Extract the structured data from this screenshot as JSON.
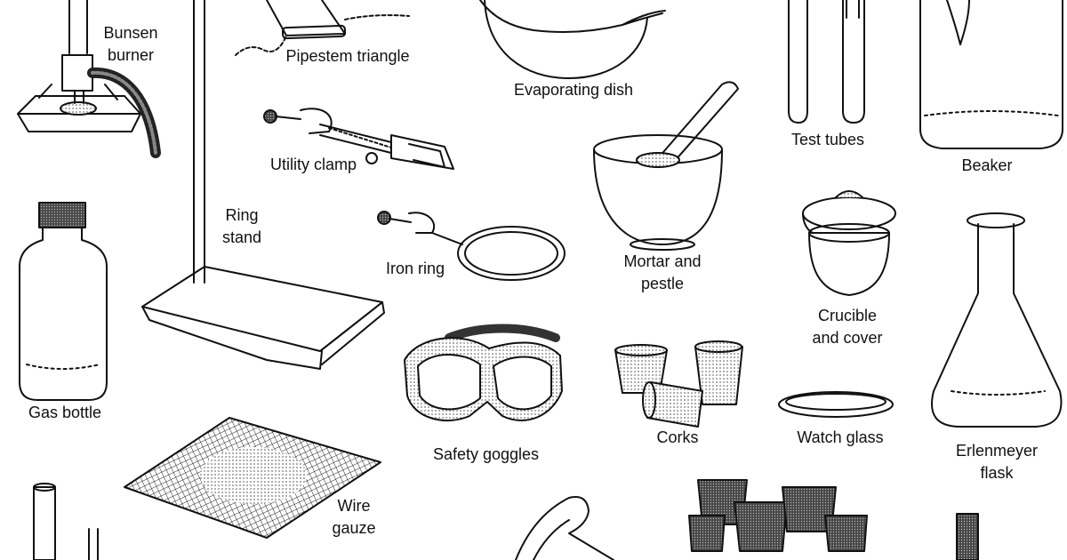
{
  "colors": {
    "ink": "#111111",
    "background": "#ffffff",
    "stipple": "#888888",
    "dark": "#333333"
  },
  "labels": {
    "bunsen_burner": [
      "Bunsen",
      "burner"
    ],
    "pipestem_triangle": [
      "Pipestem triangle"
    ],
    "evaporating_dish": [
      "Evaporating dish"
    ],
    "test_tubes": [
      "Test tubes"
    ],
    "beaker": [
      "Beaker"
    ],
    "utility_clamp": [
      "Utility clamp"
    ],
    "ring_stand": [
      "Ring",
      "stand"
    ],
    "iron_ring": [
      "Iron ring"
    ],
    "mortar_and_pestle": [
      "Mortar and",
      "pestle"
    ],
    "crucible_and_cover": [
      "Crucible",
      "and cover"
    ],
    "gas_bottle": [
      "Gas bottle"
    ],
    "safety_goggles": [
      "Safety goggles"
    ],
    "corks": [
      "Corks"
    ],
    "watch_glass": [
      "Watch glass"
    ],
    "erlenmeyer_flask": [
      "Erlenmeyer",
      "flask"
    ],
    "wire_gauze": [
      "Wire",
      "gauze"
    ]
  }
}
